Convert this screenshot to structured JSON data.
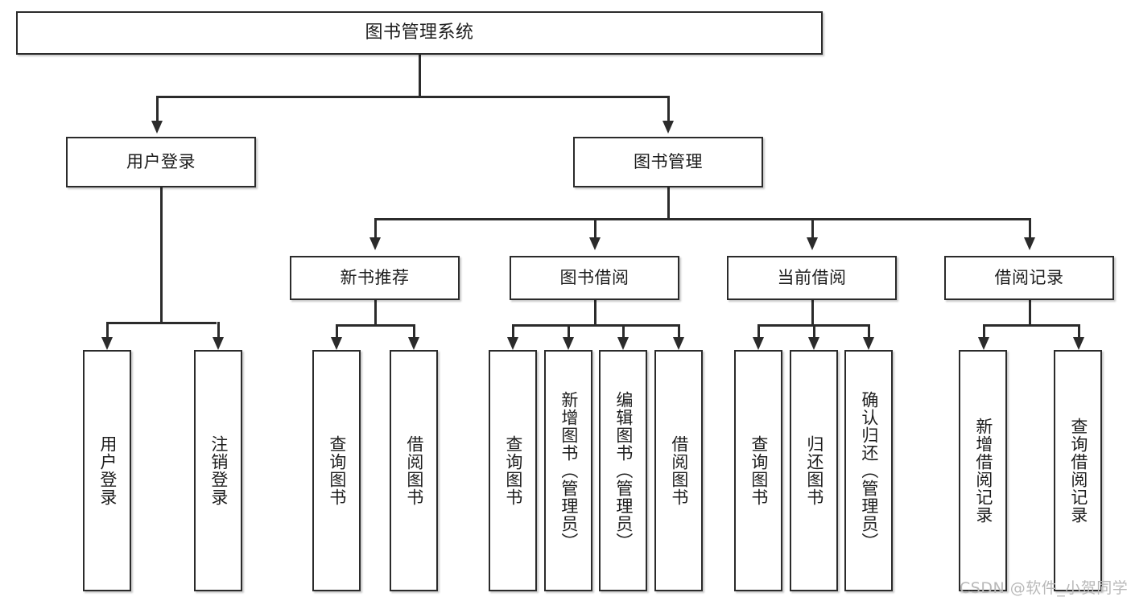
{
  "diagram": {
    "title": "图书管理系统",
    "type": "tree-hierarchy",
    "root": {
      "label": "图书管理系统"
    },
    "level2": [
      {
        "id": "user-login",
        "label": "用户登录"
      },
      {
        "id": "book-management",
        "label": "图书管理"
      }
    ],
    "level3": [
      {
        "id": "new-book-recommend",
        "label": "新书推荐"
      },
      {
        "id": "book-borrow",
        "label": "图书借阅"
      },
      {
        "id": "current-borrow",
        "label": "当前借阅"
      },
      {
        "id": "borrow-record",
        "label": "借阅记录"
      }
    ],
    "leaves": {
      "user_login": [
        {
          "id": "leaf-user-login",
          "label": "用户登录"
        },
        {
          "id": "leaf-user-logout",
          "label": "注销登录"
        }
      ],
      "new_book_recommend": [
        {
          "id": "leaf-query-book-1",
          "label": "查询图书"
        },
        {
          "id": "leaf-borrow-book-1",
          "label": "借阅图书"
        }
      ],
      "book_borrow": [
        {
          "id": "leaf-query-book-2",
          "label": "查询图书"
        },
        {
          "id": "leaf-add-book",
          "label": "新增图书（管理员）"
        },
        {
          "id": "leaf-edit-book",
          "label": "编辑图书（管理员）"
        },
        {
          "id": "leaf-borrow-book-2",
          "label": "借阅图书"
        }
      ],
      "current_borrow": [
        {
          "id": "leaf-query-book-3",
          "label": "查询图书"
        },
        {
          "id": "leaf-return-book",
          "label": "归还图书"
        },
        {
          "id": "leaf-confirm-return",
          "label": "确认归还（管理员）"
        }
      ],
      "borrow_record": [
        {
          "id": "leaf-add-record",
          "label": "新增借阅记录"
        },
        {
          "id": "leaf-query-record",
          "label": "查询借阅记录"
        }
      ]
    }
  },
  "watermark": {
    "text": "CSDN @软件_小贺同学"
  },
  "colors": {
    "stroke": "#2b2b2b",
    "box_fill": "#ffffff",
    "text": "#1d1d1d",
    "watermark": "#b9b9b9",
    "background": "#ffffff"
  }
}
